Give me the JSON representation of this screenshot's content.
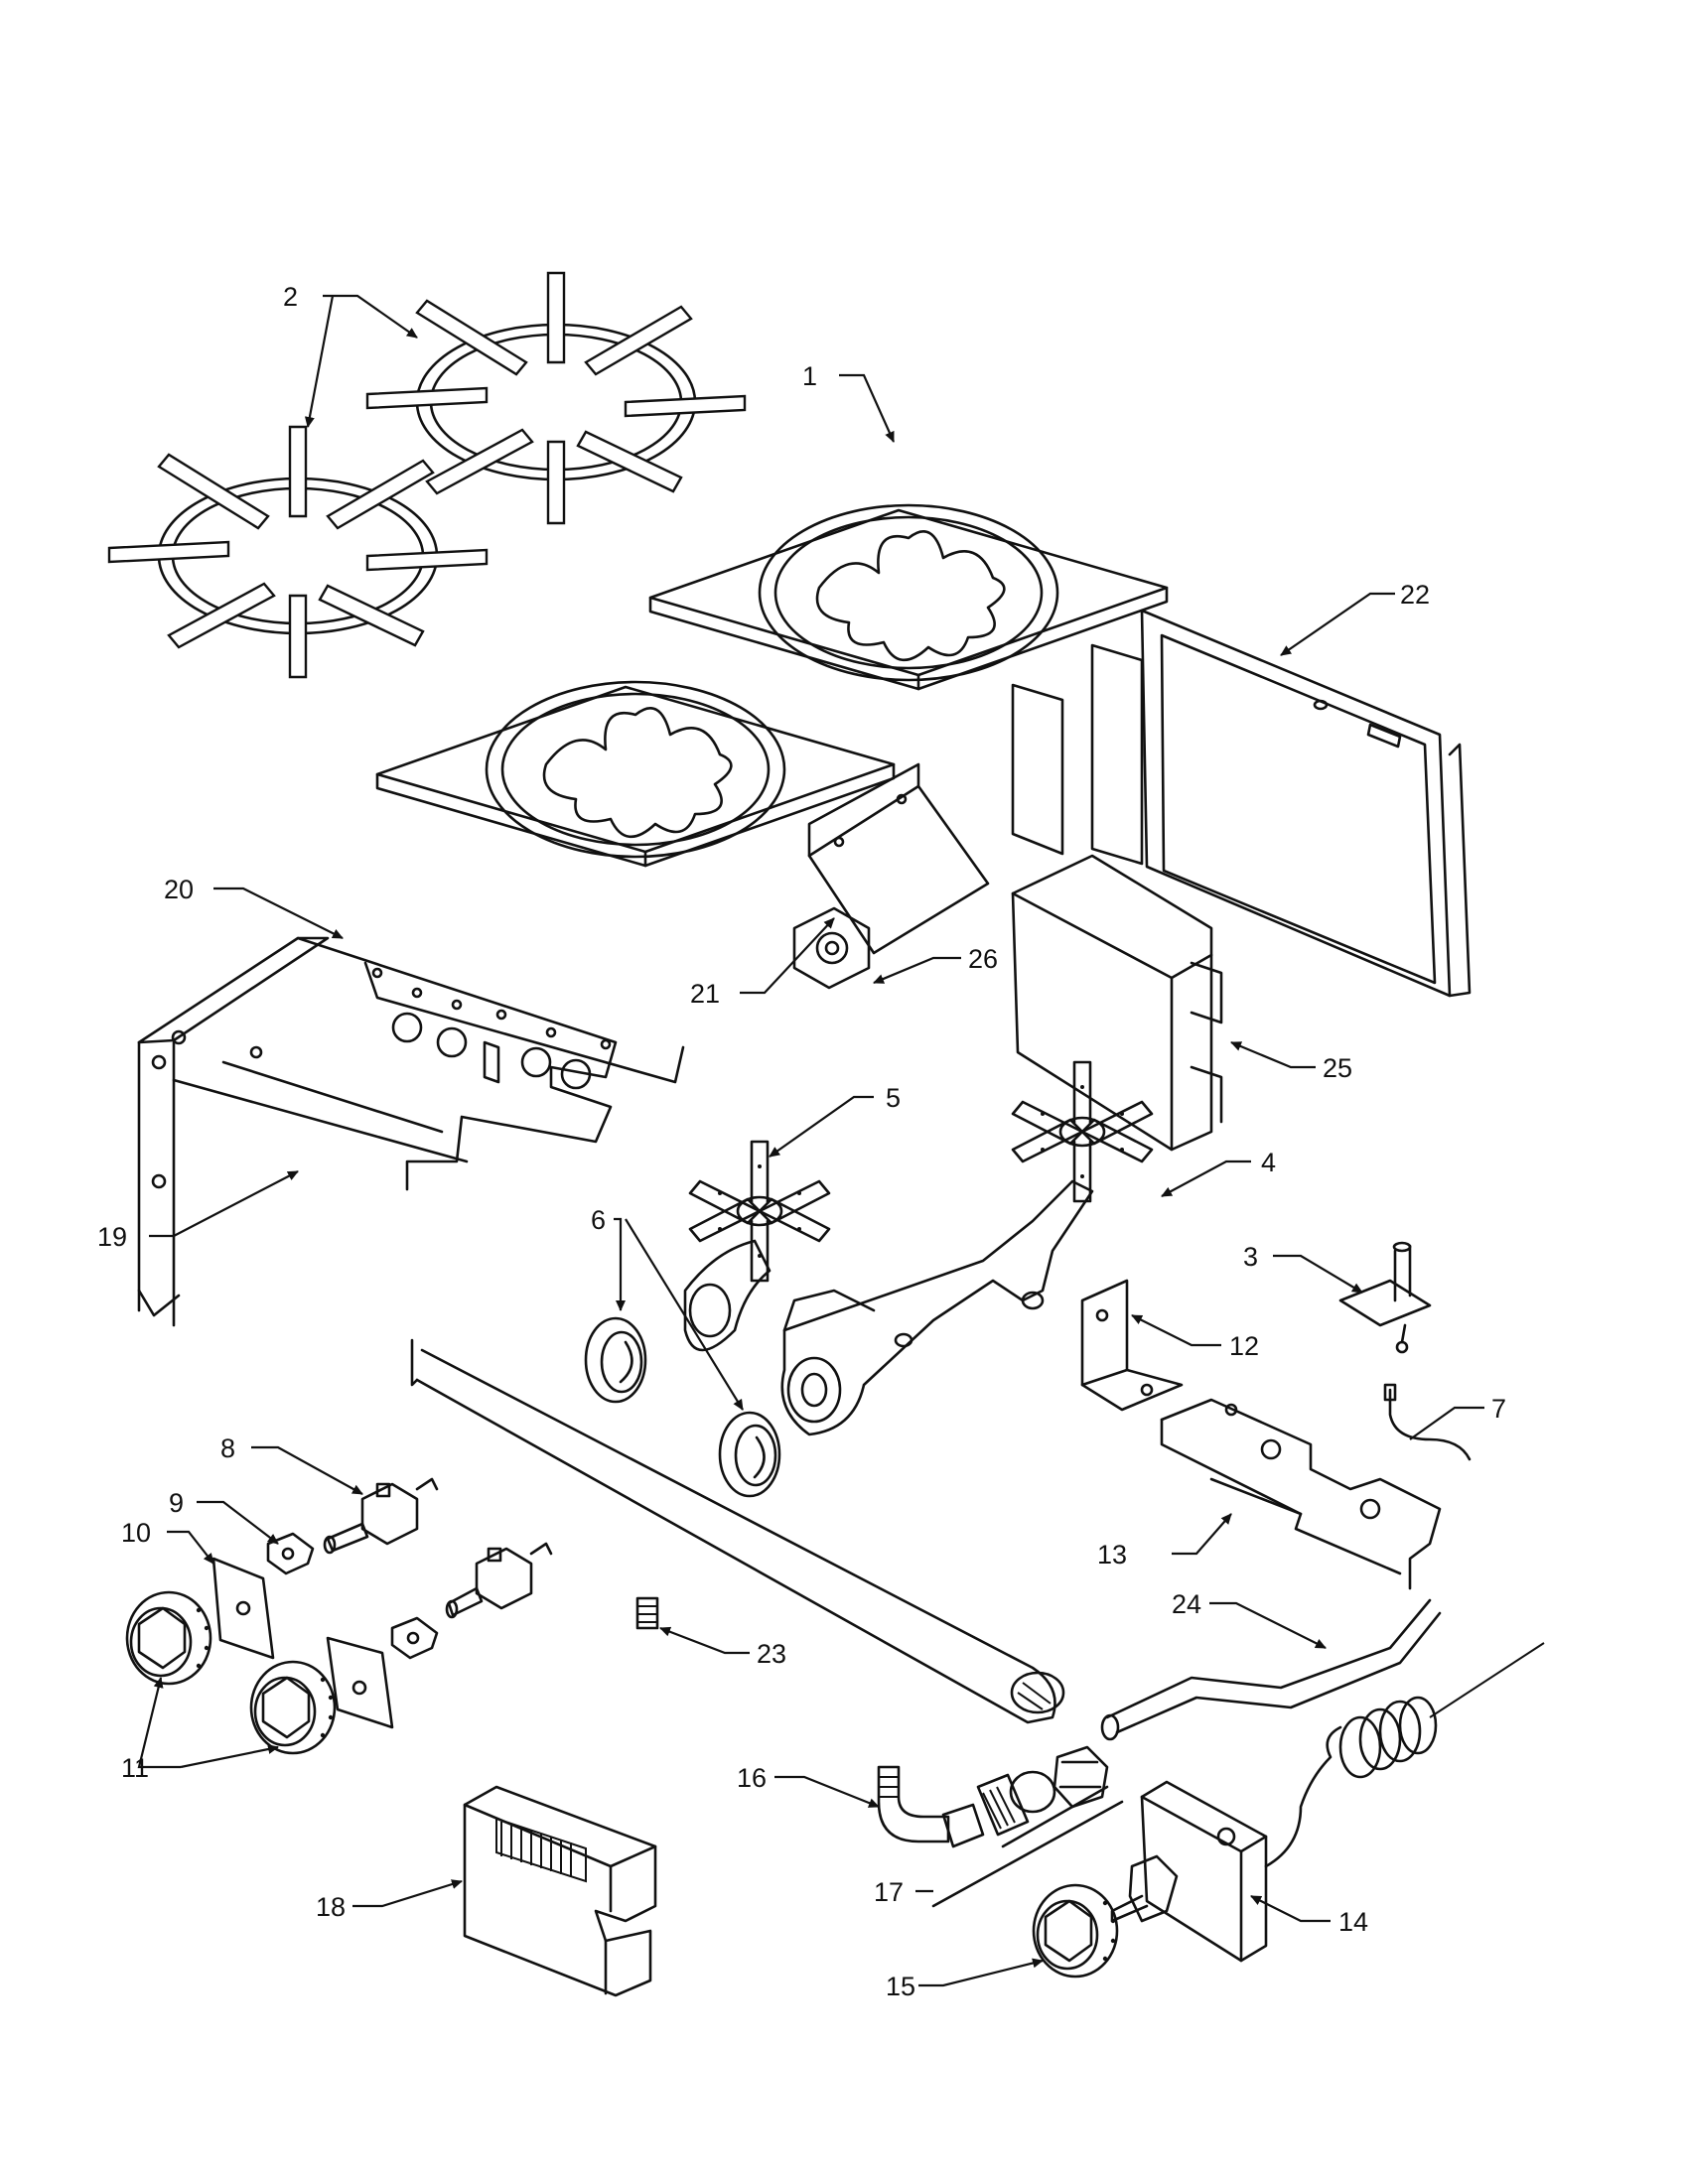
{
  "callouts": [
    {
      "label": "1"
    },
    {
      "label": "2"
    },
    {
      "label": "3"
    },
    {
      "label": "4"
    },
    {
      "label": "5"
    },
    {
      "label": "6"
    },
    {
      "label": "7"
    },
    {
      "label": "8"
    },
    {
      "label": "9"
    },
    {
      "label": "10"
    },
    {
      "label": "11"
    },
    {
      "label": "12"
    },
    {
      "label": "13"
    },
    {
      "label": "14"
    },
    {
      "label": "15"
    },
    {
      "label": "16"
    },
    {
      "label": "17"
    },
    {
      "label": "18"
    },
    {
      "label": "19"
    },
    {
      "label": "20"
    },
    {
      "label": "21"
    },
    {
      "label": "22"
    },
    {
      "label": "23"
    },
    {
      "label": "24"
    },
    {
      "label": "25"
    },
    {
      "label": "26"
    }
  ],
  "colors": {
    "line": "#111111",
    "background": "#ffffff"
  }
}
